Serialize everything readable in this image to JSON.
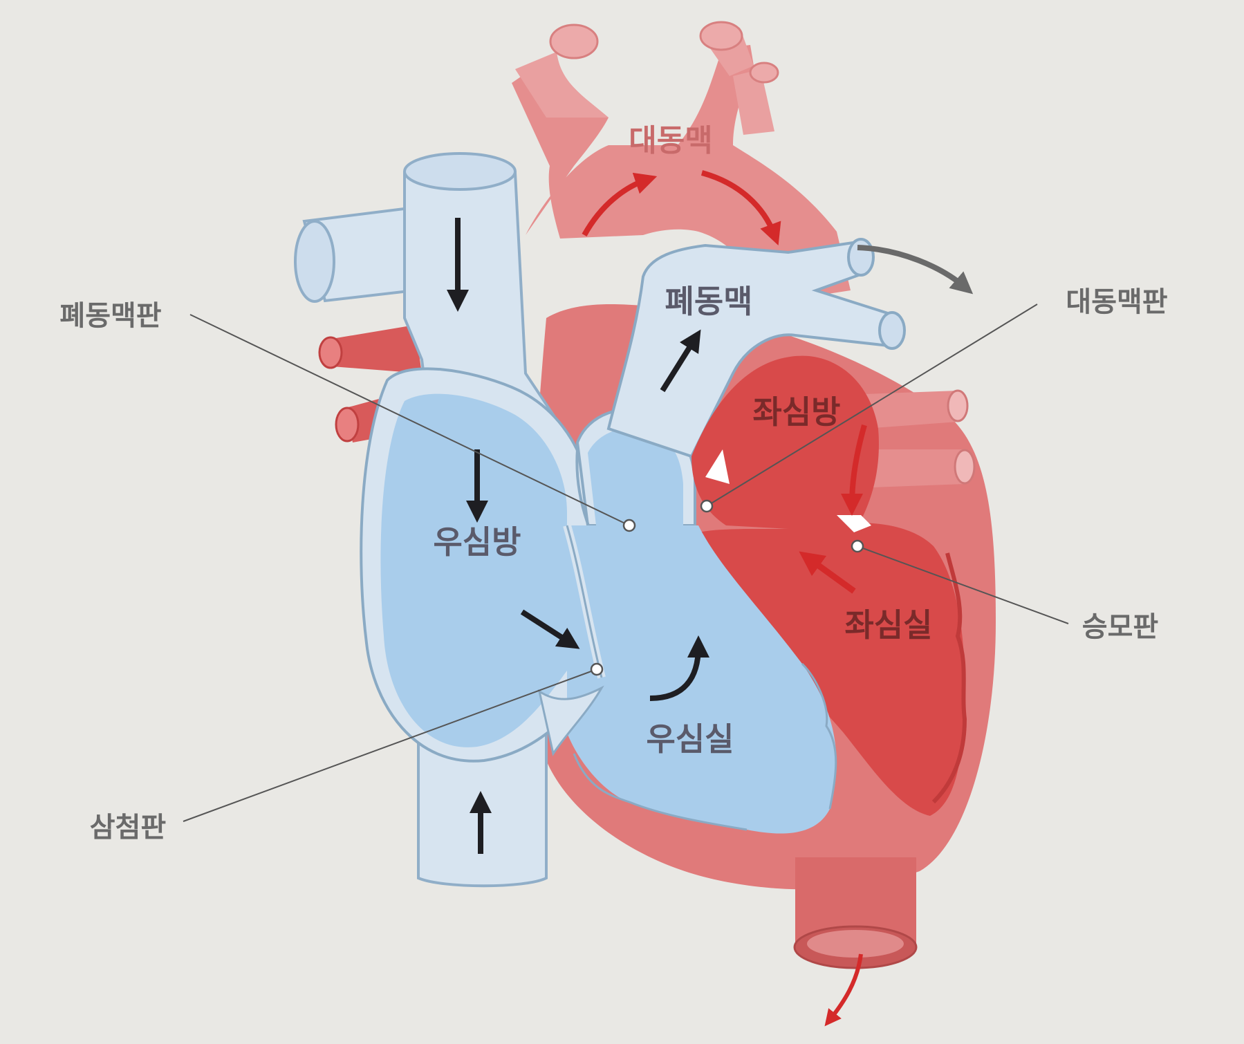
{
  "labels": {
    "aorta": "대동맥",
    "pulmonary_artery": "폐동맥",
    "left_atrium": "좌심방",
    "right_atrium": "우심방",
    "left_ventricle": "좌심실",
    "right_ventricle": "우심실",
    "pulmonary_valve": "폐동맥판",
    "aortic_valve": "대동맥판",
    "mitral_valve": "승모판",
    "tricuspid_valve": "삼첨판"
  },
  "colors": {
    "background": "#e9e8e4",
    "deoxygenated_blood": "#a9cdeb",
    "vein_wall": "#d7e4f0",
    "oxygenated_vessel": "#e69090",
    "heart_muscle": "#e07a7a",
    "left_chamber": "#d84a4a",
    "flow_arrow_dark": "#1e1e22",
    "flow_arrow_red": "#d42a2a"
  }
}
